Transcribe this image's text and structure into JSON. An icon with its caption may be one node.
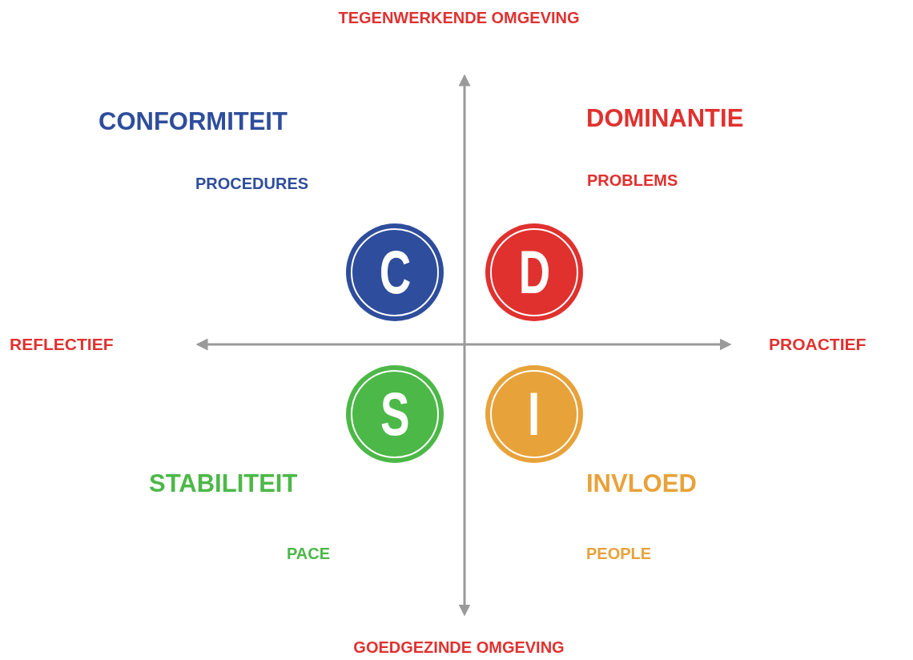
{
  "diagram": {
    "nodes": [
      {
        "text": [
          "C"
        ]
      },
      {
        "text": [
          "D"
        ]
      },
      {
        "text": [
          "S"
        ]
      },
      {
        "text": [
          "I"
        ]
      }
    ],
    "labels": [
      "TEGENWERKENDE OMGEVING",
      "CONFORMITEIT",
      "DOMINANTIE",
      "PROCEDURES",
      "PROBLEMS",
      "REFLECTIEF",
      "PROACTIEF",
      "STABILITEIT",
      "INVLOED",
      "PACE",
      "PEOPLE",
      "GOEDGEZINDE OMGEVING"
    ]
  }
}
